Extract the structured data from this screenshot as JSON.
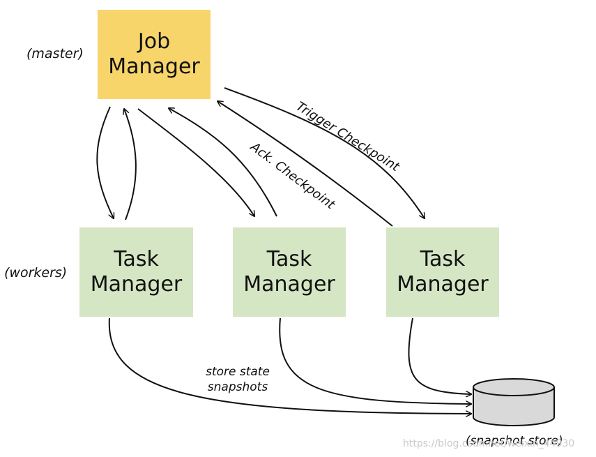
{
  "colors": {
    "master": "#f7d56b",
    "worker": "#d5e6c4",
    "line": "#111111",
    "db_fill": "#d9d9d9"
  },
  "job_manager": {
    "label": "Job\nManager",
    "role": "(master)"
  },
  "workers_role": "(workers)",
  "task_managers": [
    {
      "label": "Task\nManager"
    },
    {
      "label": "Task\nManager"
    },
    {
      "label": "Task\nManager"
    }
  ],
  "edges": {
    "trigger": "Trigger Checkpoint",
    "ack": "Ack. Checkpoint",
    "store": "store state\nsnapshots"
  },
  "snapshot_store": {
    "label": "(snapshot store)",
    "icon": "database-icon"
  },
  "watermark": "https://blog.csdn.net/weixin_44930"
}
